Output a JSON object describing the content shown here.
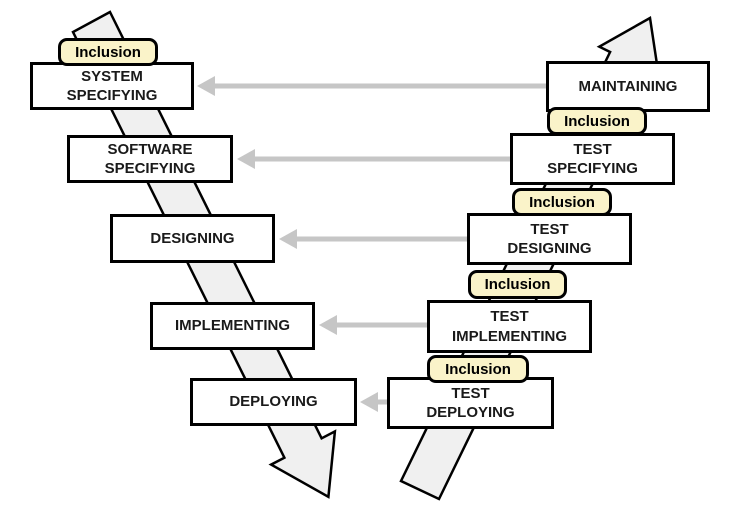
{
  "diagram": {
    "type": "v-model-process-diagram",
    "badge_label": "Inclusion",
    "colors": {
      "badge_fill": "#FAF3C9",
      "badge_border": "#000000",
      "box_fill": "#FFFFFF",
      "box_border": "#000000",
      "band_fill": "#F0F0F0",
      "band_border": "#000000",
      "connector_gray": "#C6C6C6",
      "background": "#FFFFFF"
    },
    "left_stages": [
      {
        "label": "SYSTEM\nSPECIFYING",
        "inclusion": true
      },
      {
        "label": "SOFTWARE\nSPECIFYING",
        "inclusion": false
      },
      {
        "label": "DESIGNING",
        "inclusion": false
      },
      {
        "label": "IMPLEMENTING",
        "inclusion": false
      },
      {
        "label": "DEPLOYING",
        "inclusion": false
      }
    ],
    "right_stages": [
      {
        "label": "MAINTAINING",
        "inclusion": false
      },
      {
        "label": "TEST\nSPECIFYING",
        "inclusion": true
      },
      {
        "label": "TEST\nDESIGNING",
        "inclusion": true
      },
      {
        "label": "TEST\nIMPLEMENTING",
        "inclusion": true
      },
      {
        "label": "TEST\nDEPLOYING",
        "inclusion": true
      }
    ],
    "connections": [
      {
        "from": "MAINTAINING",
        "to": "SYSTEM SPECIFYING"
      },
      {
        "from": "TEST SPECIFYING",
        "to": "SOFTWARE SPECIFYING"
      },
      {
        "from": "TEST DESIGNING",
        "to": "DESIGNING"
      },
      {
        "from": "TEST IMPLEMENTING",
        "to": "IMPLEMENTING"
      },
      {
        "from": "TEST DEPLOYING",
        "to": "DEPLOYING"
      }
    ],
    "flow_bands": [
      {
        "name": "development-flow",
        "direction": "top-left to bottom-right, arrowhead at bottom"
      },
      {
        "name": "testing-flow",
        "direction": "bottom-left to top-right, arrowhead at top"
      }
    ]
  }
}
